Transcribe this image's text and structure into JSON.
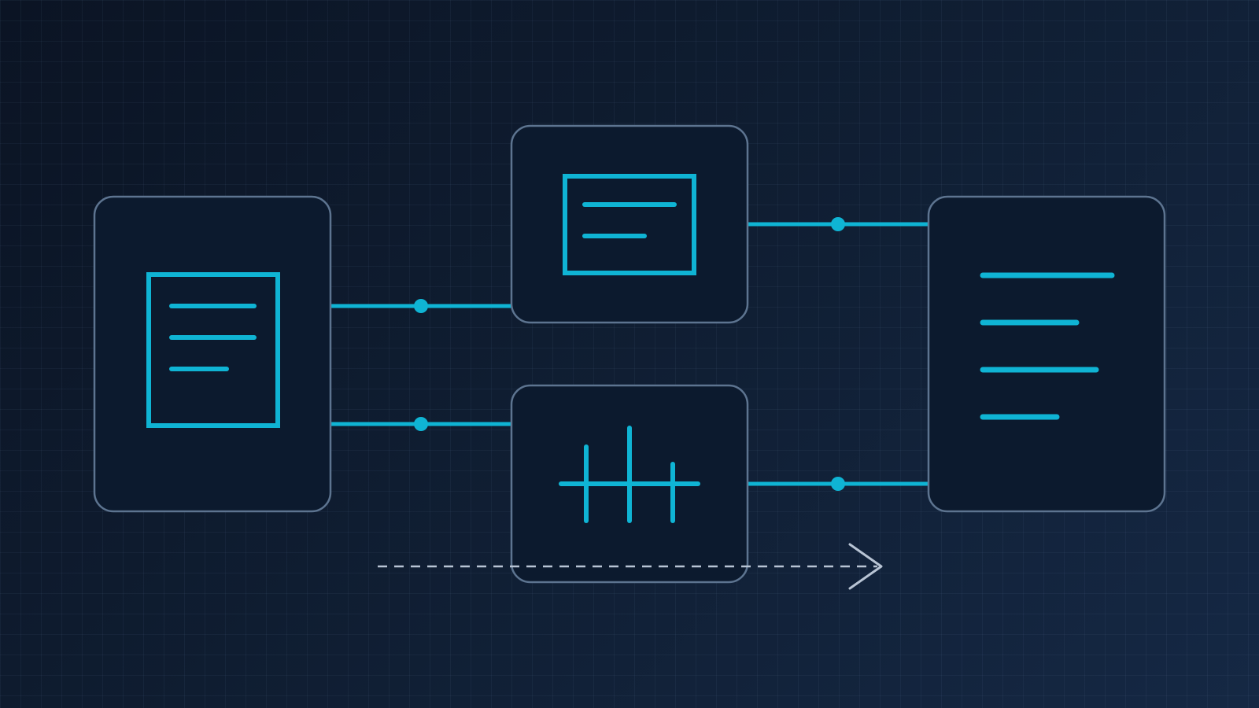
{
  "colors": {
    "background_start": "#0b1424",
    "background_end": "#152844",
    "card_fill": "#0c1a2e",
    "card_border": "#5d7490",
    "accent": "#0fb4d4",
    "flow_arrow": "#b8c4d4"
  },
  "nodes": [
    {
      "id": "source-document",
      "icon": "document-icon"
    },
    {
      "id": "summary-panel",
      "icon": "text-panel-icon"
    },
    {
      "id": "waveform-panel",
      "icon": "waveform-icon"
    },
    {
      "id": "output-document",
      "icon": "text-lines-icon"
    }
  ],
  "connections": [
    {
      "from": "source-document",
      "to": "summary-panel"
    },
    {
      "from": "source-document",
      "to": "waveform-panel"
    },
    {
      "from": "summary-panel",
      "to": "output-document"
    },
    {
      "from": "waveform-panel",
      "to": "output-document"
    }
  ],
  "flow": {
    "direction": "left-to-right",
    "icon": "arrow-right-icon"
  }
}
